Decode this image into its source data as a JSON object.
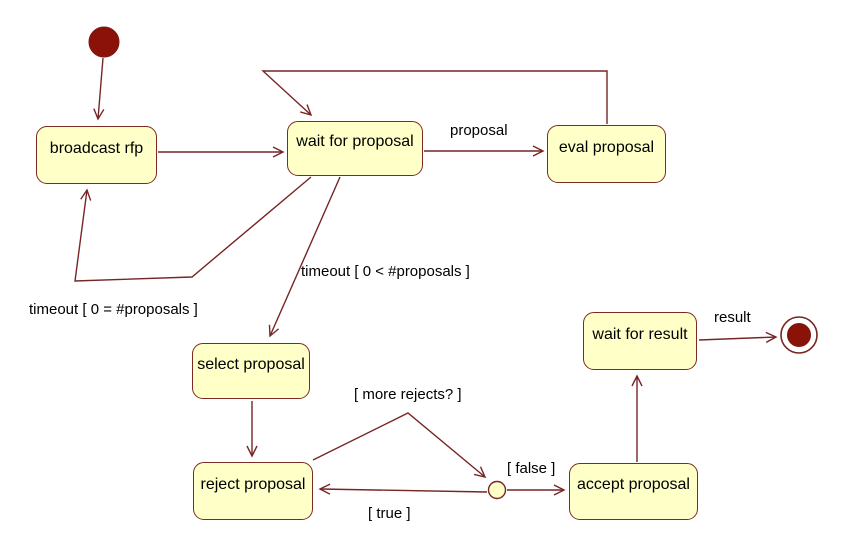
{
  "diagram_type": "uml-state-machine",
  "colors": {
    "background": "#ffffff",
    "state_fill": "#ffffc8",
    "state_border": "#7b2b22",
    "transition_line": "#772525",
    "terminal_node_fill": "#8b1208",
    "label_text": "#000000"
  },
  "states": [
    {
      "label": "broadcast rfp"
    },
    {
      "label": "wait for proposal"
    },
    {
      "label": "eval proposal"
    },
    {
      "label": "select proposal"
    },
    {
      "label": "reject proposal"
    },
    {
      "label": "accept proposal"
    },
    {
      "label": "wait for result"
    }
  ],
  "pseudostates": [
    {
      "type": "initial"
    },
    {
      "type": "final"
    },
    {
      "type": "choice-junction"
    }
  ],
  "transitions": [
    {
      "from": "initial",
      "to": "broadcast rfp",
      "label": ""
    },
    {
      "from": "broadcast rfp",
      "to": "wait for proposal",
      "label": ""
    },
    {
      "from": "wait for proposal",
      "to": "eval proposal",
      "label": "proposal"
    },
    {
      "from": "eval proposal",
      "to": "wait for proposal",
      "label": ""
    },
    {
      "from": "wait for proposal",
      "to": "broadcast rfp",
      "label": "timeout [ 0 = #proposals ]"
    },
    {
      "from": "wait for proposal",
      "to": "select proposal",
      "label": "timeout [ 0 < #proposals ]"
    },
    {
      "from": "select proposal",
      "to": "reject proposal",
      "label": ""
    },
    {
      "from": "reject proposal",
      "to": "choice-junction",
      "label": "[ more rejects? ]"
    },
    {
      "from": "choice-junction",
      "to": "reject proposal",
      "label": "[ true ]"
    },
    {
      "from": "choice-junction",
      "to": "accept proposal",
      "label": "[ false ]"
    },
    {
      "from": "accept proposal",
      "to": "wait for result",
      "label": ""
    },
    {
      "from": "wait for result",
      "to": "final",
      "label": "result"
    }
  ]
}
